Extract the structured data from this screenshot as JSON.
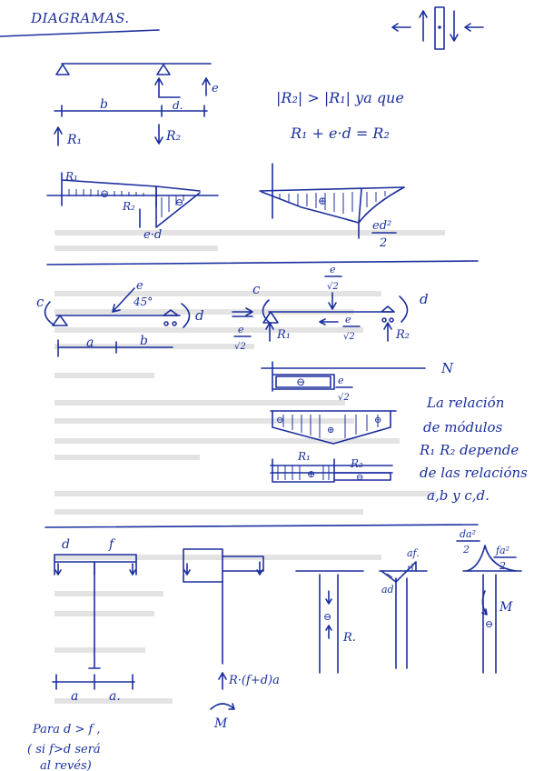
{
  "page": {
    "heading": "DIAGRAMAS.",
    "sign_convention": "←↑|↓←"
  },
  "section1": {
    "labels": {
      "e": "e",
      "b": "b",
      "d": "d.",
      "R1": "R₁",
      "R2": "R₂",
      "ed": "e·d",
      "R1_small": "R₁",
      "R2_small": "R₂",
      "ed2_num": "ed²",
      "ed2_den": "2"
    },
    "note_line1": "|R₂| > |R₁| ya que",
    "note_line2": "R₁ + e·d = R₂",
    "minus_sign": "⊖",
    "plus_sign": "⊕"
  },
  "section2": {
    "labels": {
      "c": "c",
      "e": "e",
      "angle": "45°",
      "d": "d",
      "a": "a",
      "b": "b",
      "c2": "c",
      "d2": "d",
      "e_num": "e",
      "sqrt2": "√2",
      "R1": "R₁",
      "R2": "R₂",
      "N": "N",
      "R1_small": "R₁",
      "R2_small": "R₂"
    },
    "note": [
      "La relación",
      "de módulos",
      "R₁ R₂ depende",
      "de las relacións",
      "a,b y c,d."
    ]
  },
  "section3": {
    "labels": {
      "d": "d",
      "f": "f",
      "a1": "a",
      "a2": "a.",
      "R_eq": "R·(f+d)a",
      "M": "M",
      "R": "R.",
      "af": "af.",
      "ad": "ad",
      "da2_num": "da²",
      "fa2_num": "fa²",
      "two": "2",
      "M2": "M"
    },
    "note": [
      "Para d > f ,",
      "( si f>d será",
      "al revés)"
    ]
  }
}
